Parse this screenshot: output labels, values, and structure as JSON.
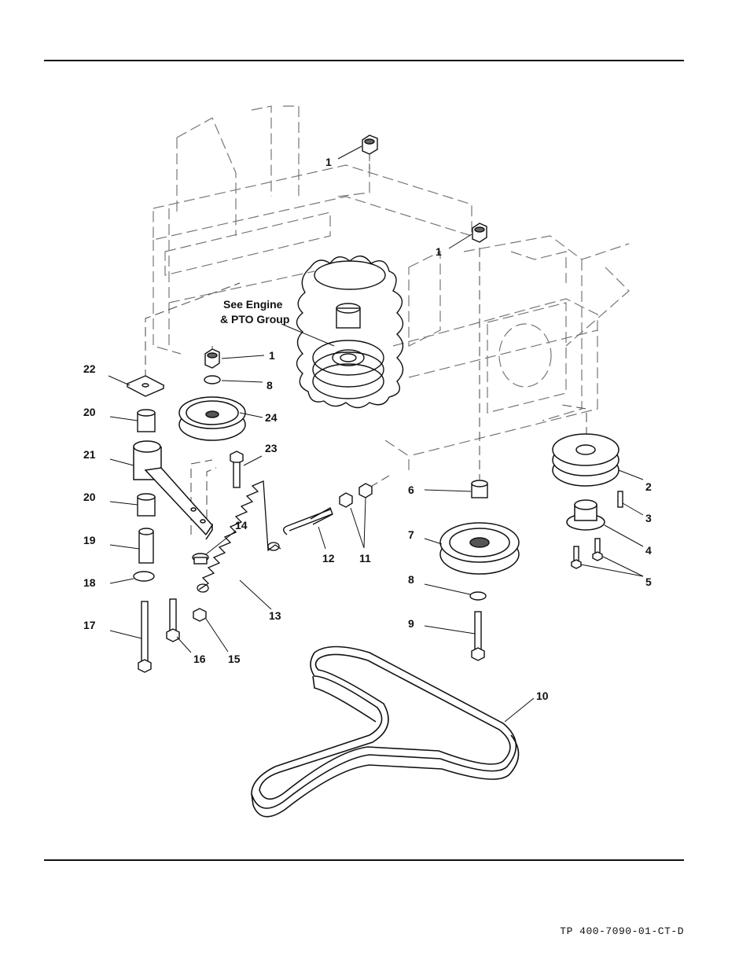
{
  "diagram": {
    "callouts": [
      {
        "id": "c1a",
        "text": "1"
      },
      {
        "id": "c1b",
        "text": "1"
      },
      {
        "id": "c1c",
        "text": "1"
      },
      {
        "id": "c8a",
        "text": "8"
      },
      {
        "id": "c24",
        "text": "24"
      },
      {
        "id": "c23",
        "text": "23"
      },
      {
        "id": "c22",
        "text": "22"
      },
      {
        "id": "c20a",
        "text": "20"
      },
      {
        "id": "c21",
        "text": "21"
      },
      {
        "id": "c20b",
        "text": "20"
      },
      {
        "id": "c19",
        "text": "19"
      },
      {
        "id": "c18",
        "text": "18"
      },
      {
        "id": "c17",
        "text": "17"
      },
      {
        "id": "c16",
        "text": "16"
      },
      {
        "id": "c15",
        "text": "15"
      },
      {
        "id": "c14",
        "text": "14"
      },
      {
        "id": "c13",
        "text": "13"
      },
      {
        "id": "c12",
        "text": "12"
      },
      {
        "id": "c11",
        "text": "11"
      },
      {
        "id": "c6",
        "text": "6"
      },
      {
        "id": "c7",
        "text": "7"
      },
      {
        "id": "c8b",
        "text": "8"
      },
      {
        "id": "c9",
        "text": "9"
      },
      {
        "id": "c10",
        "text": "10"
      },
      {
        "id": "c2",
        "text": "2"
      },
      {
        "id": "c3",
        "text": "3"
      },
      {
        "id": "c4",
        "text": "4"
      },
      {
        "id": "c5",
        "text": "5"
      }
    ],
    "note_line1": "See Engine",
    "note_line2": "& PTO Group"
  },
  "footer": {
    "doc_code": "TP 400-7090-01-CT-D"
  }
}
